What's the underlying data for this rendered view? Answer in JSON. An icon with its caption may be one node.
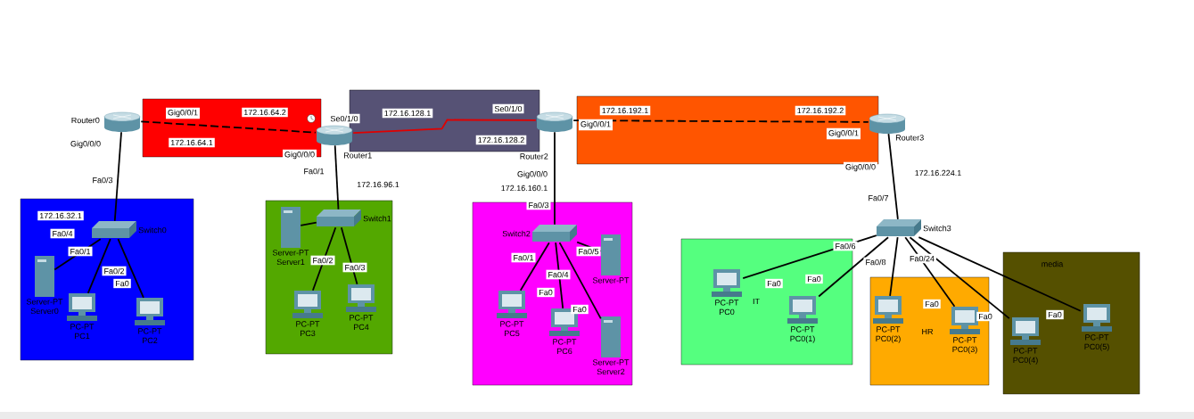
{
  "diagram": {
    "nodes": [
      {
        "text": [],
        "shape": "box"
      },
      {
        "text": [],
        "shape": "box"
      },
      {
        "text": [],
        "shape": "box"
      },
      {
        "text": [
          "IT"
        ]
      },
      {
        "text": [
          "HR"
        ]
      },
      {
        "text": [
          "media"
        ]
      },
      {
        "text": [
          "Router0"
        ]
      },
      {
        "text": [
          "Router1"
        ]
      },
      {
        "text": [
          "Router2"
        ]
      },
      {
        "text": [
          "Router3"
        ]
      },
      {
        "text": [
          "Switch0"
        ],
        "in": 0
      },
      {
        "text": [
          "Server-PT",
          "Server0"
        ],
        "in": 0
      },
      {
        "text": [
          "PC-PT",
          "PC1"
        ],
        "in": 0
      },
      {
        "text": [
          "PC-PT",
          "PC2"
        ],
        "in": 0
      },
      {
        "text": [
          "Switch1"
        ],
        "in": 1
      },
      {
        "text": [
          "Server-PT",
          "Server1"
        ],
        "in": 1
      },
      {
        "text": [
          "PC-PT",
          "PC3"
        ],
        "in": 1
      },
      {
        "text": [
          "PC-PT",
          "PC4"
        ],
        "in": 1
      },
      {
        "text": [
          "Switch2"
        ],
        "in": 2
      },
      {
        "text": [
          "Server-PT"
        ],
        "in": 2
      },
      {
        "text": [
          "PC-PT",
          "PC5"
        ],
        "in": 2
      },
      {
        "text": [
          "PC-PT",
          "PC6"
        ],
        "in": 2
      },
      {
        "text": [
          "Server-PT",
          "Server2"
        ],
        "in": 2
      },
      {
        "text": [
          "Switch3"
        ]
      },
      {
        "text": [
          "PC-PT",
          "PC0"
        ],
        "in": 3
      },
      {
        "text": [
          "PC-PT",
          "PC0(1)"
        ],
        "in": 3
      },
      {
        "text": [
          "PC-PT",
          "PC0(2)"
        ],
        "in": 4
      },
      {
        "text": [
          "PC-PT",
          "PC0(3)"
        ],
        "in": 4
      },
      {
        "text": [
          "PC-PT",
          "PC0(4)"
        ],
        "in": 5
      },
      {
        "text": [
          "PC-PT",
          "PC0(5)"
        ],
        "in": 5
      }
    ],
    "edges": [
      {
        "from": 6,
        "to": 7,
        "arrow": "none",
        "style": "dashed"
      },
      {
        "from": 7,
        "to": 8,
        "arrow": "none",
        "color": "#e00000"
      },
      {
        "from": 8,
        "to": 9,
        "arrow": "none",
        "style": "dashed"
      },
      {
        "from": 6,
        "to": 10,
        "arrow": "none"
      },
      {
        "from": 7,
        "to": 14,
        "arrow": "none"
      },
      {
        "from": 8,
        "to": 18,
        "arrow": "none"
      },
      {
        "from": 9,
        "to": 23,
        "arrow": "none"
      },
      {
        "from": 10,
        "to": 11,
        "arrow": "none"
      },
      {
        "from": 10,
        "to": 12,
        "arrow": "none"
      },
      {
        "from": 10,
        "to": 13,
        "arrow": "none"
      },
      {
        "from": 14,
        "to": 15,
        "arrow": "none"
      },
      {
        "from": 14,
        "to": 16,
        "arrow": "none"
      },
      {
        "from": 14,
        "to": 17,
        "arrow": "none"
      },
      {
        "from": 18,
        "to": 20,
        "arrow": "none"
      },
      {
        "from": 18,
        "to": 21,
        "arrow": "none"
      },
      {
        "from": 18,
        "to": 19,
        "arrow": "none"
      },
      {
        "from": 18,
        "to": 22,
        "arrow": "none"
      },
      {
        "from": 23,
        "to": 24,
        "arrow": "none"
      },
      {
        "from": 23,
        "to": 25,
        "arrow": "none"
      },
      {
        "from": 23,
        "to": 26,
        "arrow": "none"
      },
      {
        "from": 23,
        "to": 27,
        "arrow": "none"
      },
      {
        "from": 23,
        "to": 28,
        "arrow": "none"
      },
      {
        "from": 23,
        "to": 29,
        "arrow": "none"
      }
    ],
    "labels": [
      "Gig0/0/1",
      "172.16.64.2",
      "Se0/1/0",
      "172.16.128.1",
      "Se0/1/0",
      "172.16.192.1",
      "172.16.192.2",
      "172.16.64.1",
      "Gig0/0/1",
      "172.16.128.2",
      "Gig0/0/1",
      "Gig0/0/0",
      "Gig0/0/0",
      "Fa0/1",
      "Gig0/0/0",
      "Gig0/0/0",
      "Fa0/3",
      "172.16.96.1",
      "172.16.160.1",
      "172.16.224.1",
      "Fa0/3",
      "Fa0/7",
      "172.16.32.1",
      "Fa0/4",
      "Fa0/1",
      "Fa0/2",
      "Fa0",
      "Fa0/2",
      "Fa0/3",
      "Fa0/1",
      "Fa0/5",
      "Fa0/4",
      "Fa0",
      "Fa0",
      "Fa0/6",
      "Fa0/8",
      "Fa0/24",
      "Fa0",
      "Fa0",
      "Fa0",
      "Fa0",
      "Fa0"
    ]
  }
}
